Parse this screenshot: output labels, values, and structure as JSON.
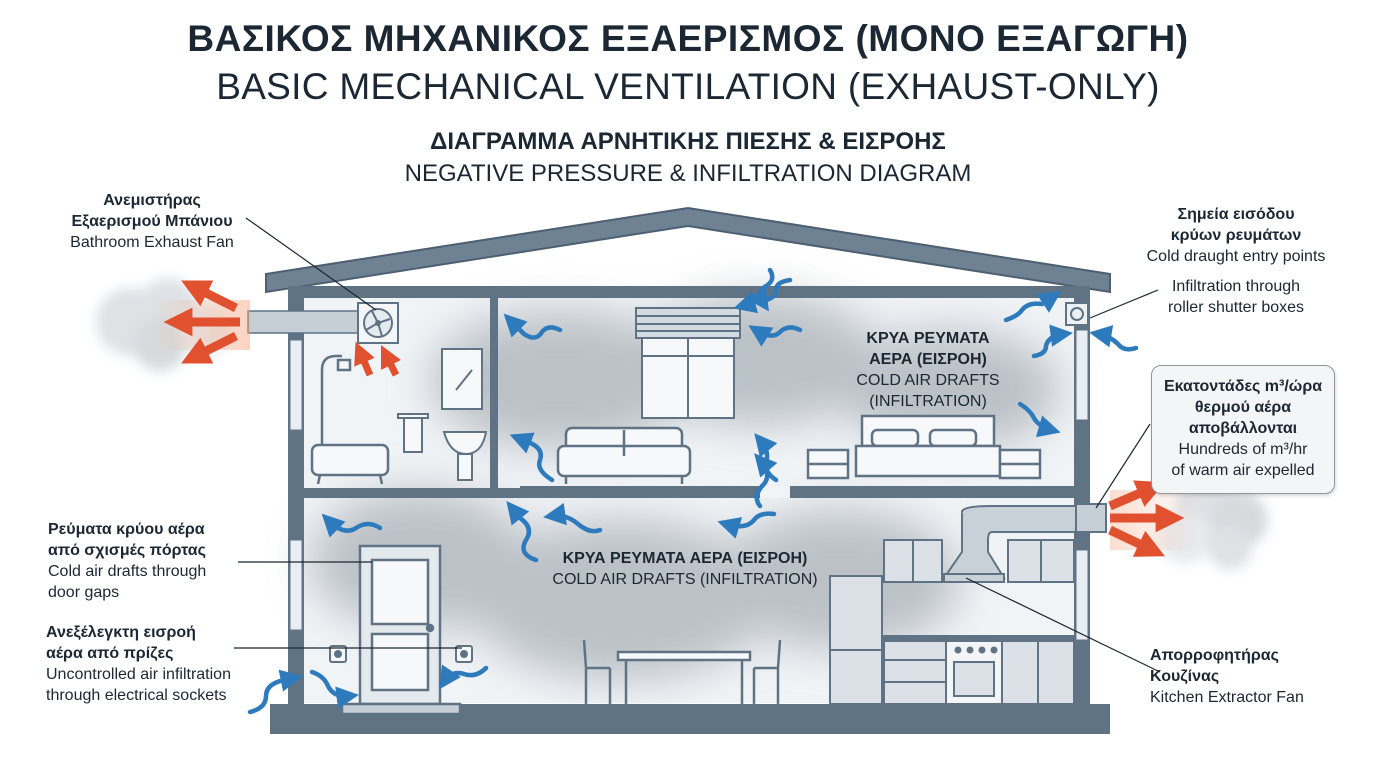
{
  "header": {
    "title_gr": "ΒΑΣΙΚΟΣ ΜΗΧΑΝΙΚΟΣ ΕΞΑΕΡΙΣΜΟΣ (ΜΟΝΟ ΕΞΑΓΩΓΗ)",
    "title_en": "BASIC MECHANICAL VENTILATION (EXHAUST-ONLY)",
    "subtitle_gr": "ΔΙΑΓΡΑΜΜΑ ΑΡΝΗΤΙΚΗΣ ΠΙΕΣΗΣ & ΕΙΣΡΟΗΣ",
    "subtitle_en": "NEGATIVE PRESSURE & INFILTRATION DIAGRAM"
  },
  "labels": {
    "bath_fan": {
      "gr1": "Ανεμιστήρας",
      "gr2": "Εξαερισμού Μπάνιου",
      "en": "Bathroom Exhaust Fan"
    },
    "drafts_entry": {
      "gr1": "Σημεία εισόδου",
      "gr2": "κρύων ρευμάτων",
      "en": "Cold draught entry points"
    },
    "shutter": {
      "en1": "Infiltration through",
      "en2": "roller shutter boxes"
    },
    "upper_drafts": {
      "gr1": "ΚΡΥΑ ΡΕΥΜΑΤΑ",
      "gr2": "ΑΕΡΑ (ΕΙΣΡΟΗ)",
      "en1": "COLD AIR DRAFTS",
      "en2": "(INFILTRATION)"
    },
    "warm_air": {
      "gr1": "Εκατοντάδες m³/ώρα",
      "gr2": "θερμού αέρα",
      "gr3": "αποβάλλονται",
      "en1": "Hundreds of m³/hr",
      "en2": "of warm air expelled"
    },
    "door_gaps": {
      "gr1": "Ρεύματα κρύου αέρα",
      "gr2": "από σχισμές πόρτας",
      "en1": "Cold air drafts through",
      "en2": "door gaps"
    },
    "lower_drafts": {
      "gr": "ΚΡΥΑ ΡΕΥΜΑΤΑ ΑΕΡΑ (ΕΙΣΡΟΗ)",
      "en": "COLD AIR DRAFTS (INFILTRATION)"
    },
    "sockets": {
      "gr1": "Ανεξέλεγκτη εισροή",
      "gr2": "αέρα από πρίζες",
      "en1": "Uncontrolled air infiltration",
      "en2": "through electrical sockets"
    },
    "kitchen_fan": {
      "gr1": "Απορροφητήρας",
      "gr2": "Κουζίνας",
      "en": "Kitchen Extractor Fan"
    }
  },
  "colors": {
    "wall": "#5f7385",
    "roof": "#6f8294",
    "draft_arrow": "#2d7bbd",
    "exhaust_arrow": "#e2512f",
    "smoke": "#9aa3ab"
  }
}
